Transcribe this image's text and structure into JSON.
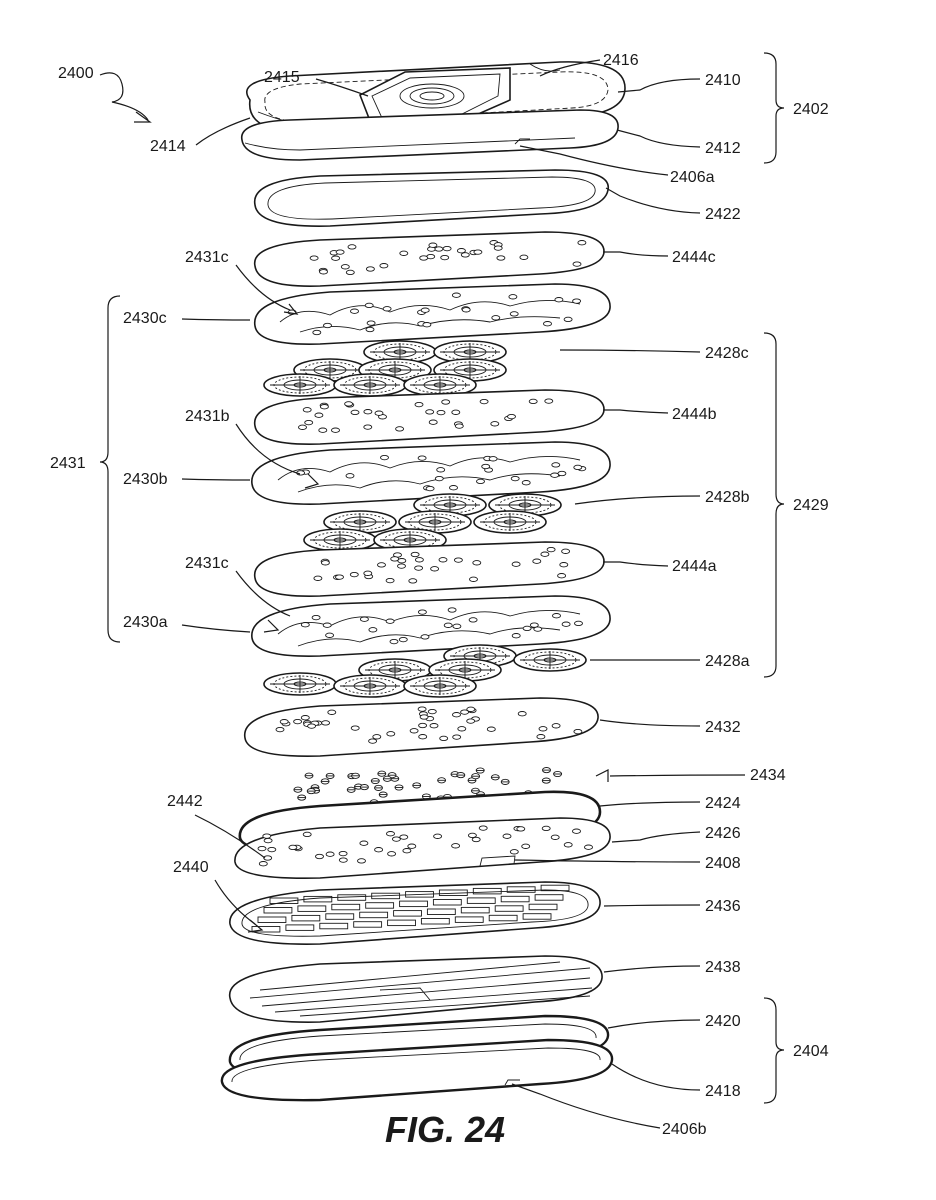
{
  "figure": {
    "caption": "FIG. 24"
  },
  "refs": {
    "r2400": "2400",
    "r2402": "2402",
    "r2404": "2404",
    "r2406a": "2406a",
    "r2406b": "2406b",
    "r2408": "2408",
    "r2410": "2410",
    "r2412": "2412",
    "r2414": "2414",
    "r2415": "2415",
    "r2416": "2416",
    "r2418": "2418",
    "r2420": "2420",
    "r2422": "2422",
    "r2424": "2424",
    "r2426": "2426",
    "r2428a": "2428a",
    "r2428b": "2428b",
    "r2428c": "2428c",
    "r2429": "2429",
    "r2430a": "2430a",
    "r2430b": "2430b",
    "r2430c": "2430c",
    "r2431": "2431",
    "r2431b": "2431b",
    "r2431c_top": "2431c",
    "r2431c_bottom": "2431c",
    "r2432": "2432",
    "r2434": "2434",
    "r2436": "2436",
    "r2438": "2438",
    "r2440": "2440",
    "r2442": "2442",
    "r2444a": "2444a",
    "r2444b": "2444b",
    "r2444c": "2444c"
  }
}
